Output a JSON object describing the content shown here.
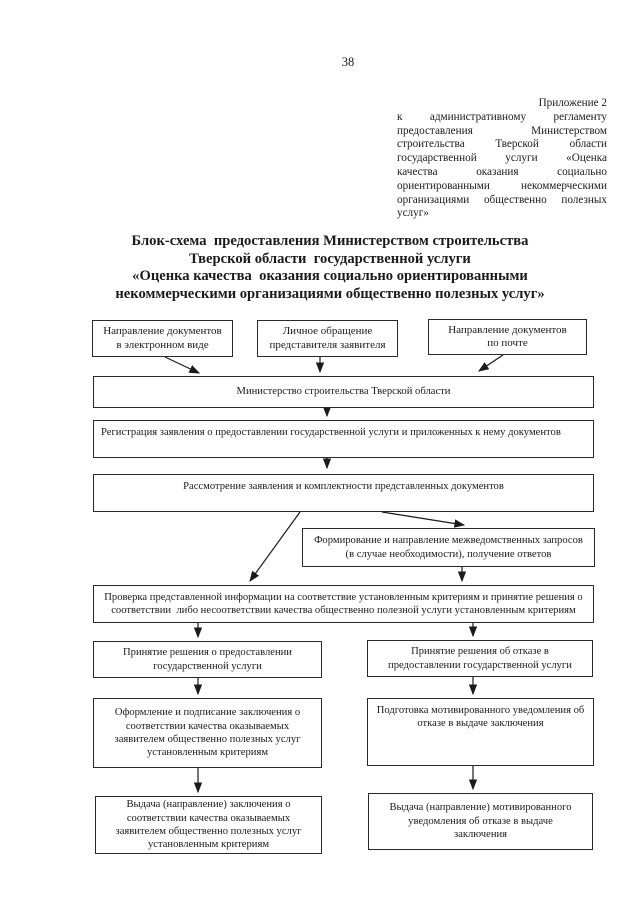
{
  "page": {
    "number": "38"
  },
  "appendix": {
    "lines": [
      "Приложение 2",
      "к административному регламенту",
      "предоставления Министерством",
      "строительства Тверской области",
      "государственной услуги «Оценка",
      "качества оказания социально",
      "ориентированными некоммерческими",
      "организациями общественно полезных",
      "услуг»"
    ]
  },
  "title": {
    "lines": [
      "Блок-схема  предоставления Министерством строительства",
      "Тверской области  государственной услуги",
      "«Оценка качества  оказания социально ориентированными",
      "некоммерческими организациями общественно полезных услуг»"
    ]
  },
  "flowchart": {
    "boxes": {
      "electronic": "Направление документов\nв электронном виде",
      "personal": "Личное обращение\nпредставителя заявителя",
      "mail": "Направление документов\nпо почте",
      "ministry": "Министерство строительства Тверской области",
      "registration": "Регистрация заявления о предоставлении государственной услуги и приложенных к нему документов",
      "review": "Рассмотрение заявления и комплектности представленных документов",
      "interagency": "Формирование и направление межведомственных запросов\n(в случае необходимости), получение ответов",
      "check": "Проверка представленной информации на соответствие установленным критериям и принятие решения о\nсоответствии  либо несоответствии качества общественно полезной услуги установленным критериям",
      "decision_grant": "Принятие решения о предоставлении\nгосударственной услуги",
      "decision_refuse": "Принятие решения об отказе в\nпредоставлении государственной услуги",
      "conclusion": "Оформление и подписание заключения о\nсоответствии качества оказываемых\nзаявителем общественно полезных услуг\nустановленным критериям",
      "notice": "Подготовка мотивированного уведомления об\nотказе в выдаче заключения",
      "issue_conclusion": "Выдача (направление) заключения о\nсоответствии качества оказываемых\nзаявителем общественно полезных услуг\nустановленным критериям",
      "issue_notice": "Выдача (направление) мотивированного\nуведомления об отказе в выдаче\nзаключения"
    }
  }
}
